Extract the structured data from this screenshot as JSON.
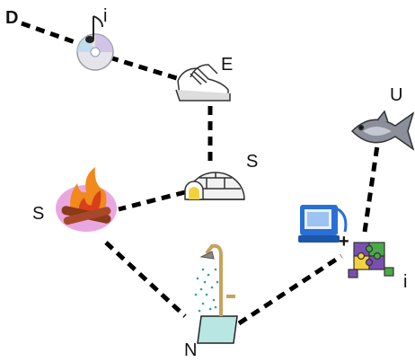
{
  "labels": {
    "d": "D",
    "i_top": "i",
    "e": "E",
    "u": "U",
    "s_right": "S",
    "s_left": "S",
    "plus": "+",
    "i_bottom": "i",
    "n": "N"
  },
  "icons": [
    "music-cd-icon",
    "sneakers-icon",
    "igloo-icon",
    "campfire-icon",
    "shower-icon",
    "computer-icon",
    "puzzle-icon",
    "fish-icon"
  ],
  "colors": {
    "line": "#000000",
    "fire_orange": "#f08a1c",
    "fire_red": "#d6401a",
    "fire_glow": "#e28ad8",
    "shower_base": "#b8e6e3",
    "shower_pipe": "#c8a25a",
    "water_drop": "#2aa5a0",
    "computer_blue": "#2a6fd6",
    "puzzle_purple": "#7a4fb0",
    "puzzle_green": "#4aa84a",
    "puzzle_yellow": "#f2d23c",
    "fish_gray": "#8a8f99"
  }
}
